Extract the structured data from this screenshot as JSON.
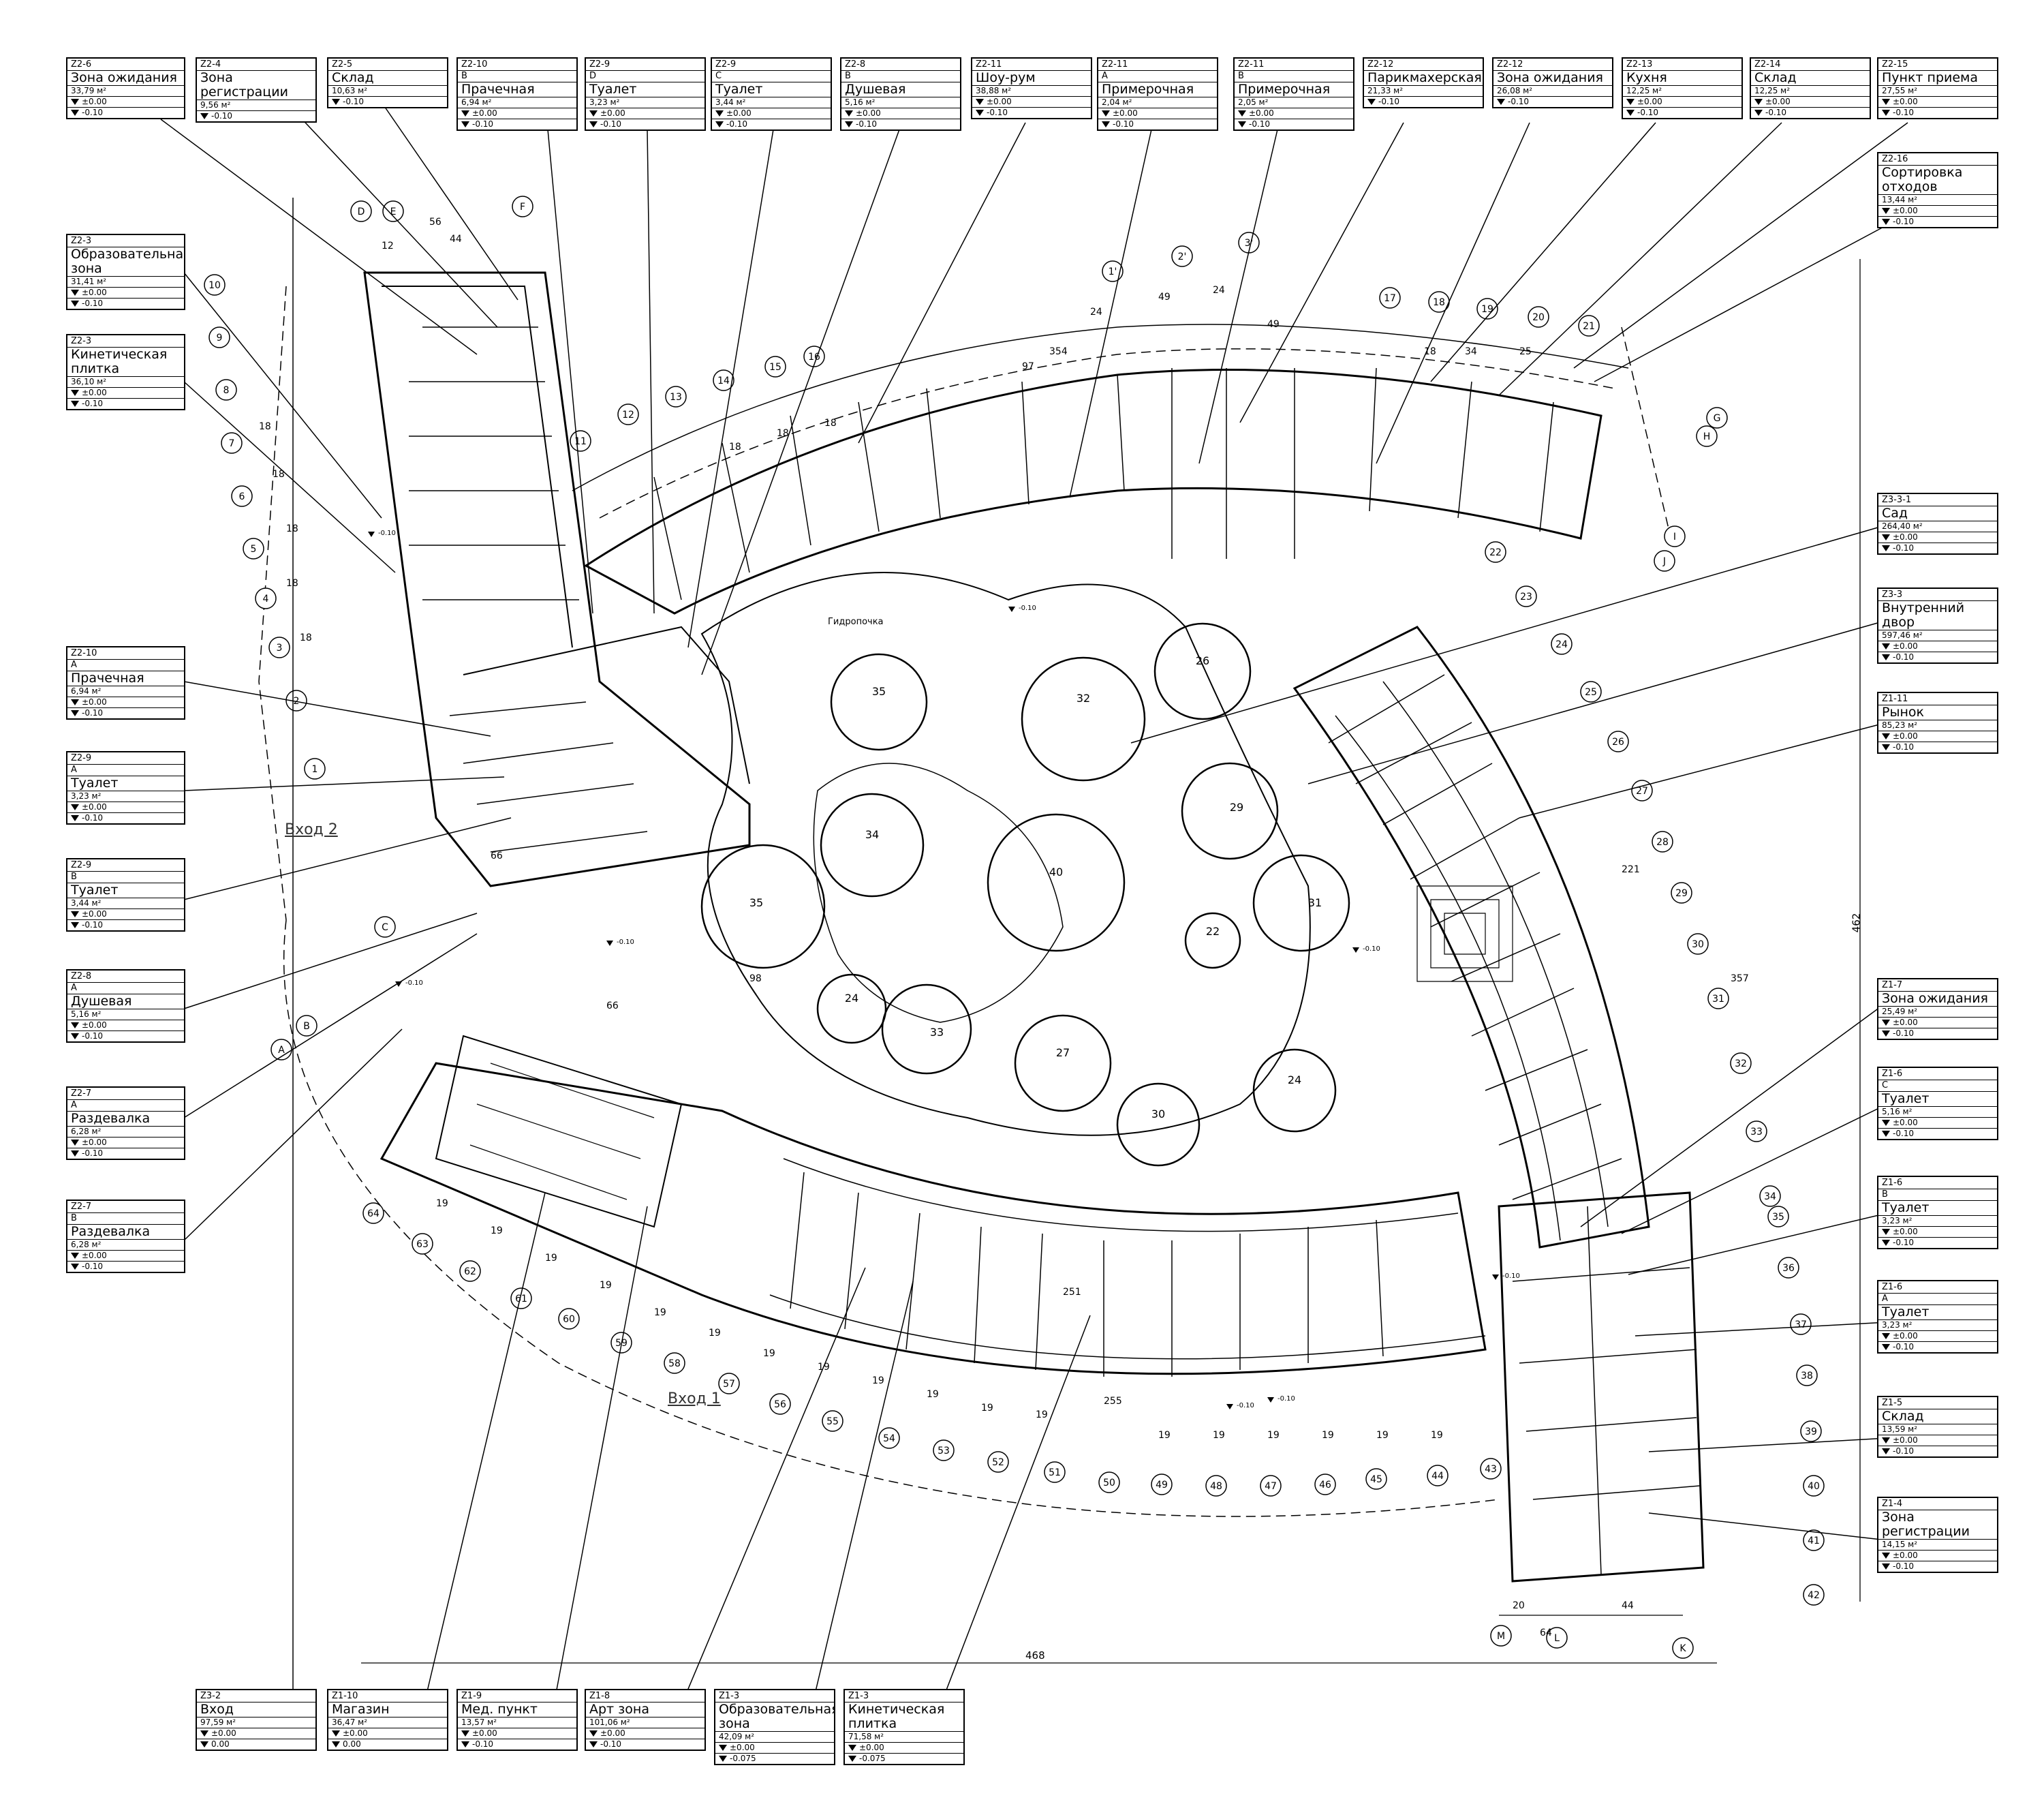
{
  "plan": {
    "entries": {
      "entry1": "Вход 1",
      "entry2": "Вход 2"
    },
    "hydro_label": "Гидропочка",
    "overall_width": "468",
    "overall_height": "462"
  },
  "room_tags": [
    {
      "code": "Z2-6",
      "name": "Зона ожидания",
      "area": "33,79 м²",
      "levels": [
        "±0.00",
        "-0.10"
      ]
    },
    {
      "code": "Z2-4",
      "name": "Зона регистрации",
      "area": "9,56 м²",
      "levels": [
        "-0.10"
      ]
    },
    {
      "code": "Z2-5",
      "name": "Склад",
      "area": "10,63 м²",
      "levels": [
        "-0.10"
      ]
    },
    {
      "code": "Z2-10",
      "sub": "B",
      "name": "Прачечная",
      "area": "6,94 м²",
      "levels": [
        "±0.00",
        "-0.10"
      ]
    },
    {
      "code": "Z2-9",
      "sub": "D",
      "name": "Туалет",
      "area": "3,23 м²",
      "levels": [
        "±0.00",
        "-0.10"
      ]
    },
    {
      "code": "Z2-9",
      "sub": "C",
      "name": "Туалет",
      "area": "3,44 м²",
      "levels": [
        "±0.00",
        "-0.10"
      ]
    },
    {
      "code": "Z2-8",
      "sub": "B",
      "name": "Душевая",
      "area": "5,16 м²",
      "levels": [
        "±0.00",
        "-0.10"
      ]
    },
    {
      "code": "Z2-11",
      "name": "Шоу-рум",
      "area": "38,88 м²",
      "levels": [
        "±0.00",
        "-0.10"
      ]
    },
    {
      "code": "Z2-11",
      "sub": "A",
      "name": "Примерочная",
      "area": "2,04 м²",
      "levels": [
        "±0.00",
        "-0.10"
      ]
    },
    {
      "code": "Z2-11",
      "sub": "B",
      "name": "Примерочная",
      "area": "2,05 м²",
      "levels": [
        "±0.00",
        "-0.10"
      ]
    },
    {
      "code": "Z2-12",
      "name": "Парикмахерская",
      "area": "21,33 м²",
      "levels": [
        "-0.10"
      ]
    },
    {
      "code": "Z2-12",
      "name": "Зона ожидания",
      "area": "26,08 м²",
      "levels": [
        "-0.10"
      ]
    },
    {
      "code": "Z2-13",
      "name": "Кухня",
      "area": "12,25 м²",
      "levels": [
        "±0.00",
        "-0.10"
      ]
    },
    {
      "code": "Z2-14",
      "name": "Склад",
      "area": "12,25 м²",
      "levels": [
        "±0.00",
        "-0.10"
      ]
    },
    {
      "code": "Z2-15",
      "name": "Пункт приема",
      "area": "27,55 м²",
      "levels": [
        "±0.00",
        "-0.10"
      ]
    },
    {
      "code": "Z2-16",
      "name": "Сортировка отходов",
      "area": "13,44 м²",
      "levels": [
        "±0.00",
        "-0.10"
      ]
    },
    {
      "code": "Z2-3",
      "name": "Образовательная зона",
      "area": "31,41 м²",
      "levels": [
        "±0.00",
        "-0.10"
      ]
    },
    {
      "code": "Z2-3",
      "name": "Кинетическая плитка",
      "area": "36,10 м²",
      "levels": [
        "±0.00",
        "-0.10"
      ]
    },
    {
      "code": "Z3-3-1",
      "name": "Сад",
      "area": "264,40 м²",
      "levels": [
        "±0.00",
        "-0.10"
      ]
    },
    {
      "code": "Z3-3",
      "name": "Внутренний двор",
      "area": "597,46 м²",
      "levels": [
        "±0.00",
        "-0.10"
      ]
    },
    {
      "code": "Z1-11",
      "name": "Рынок",
      "area": "85,23 м²",
      "levels": [
        "±0.00",
        "-0.10"
      ]
    },
    {
      "code": "Z2-10",
      "sub": "A",
      "name": "Прачечная",
      "area": "6,94 м²",
      "levels": [
        "±0.00",
        "-0.10"
      ]
    },
    {
      "code": "Z2-9",
      "sub": "A",
      "name": "Туалет",
      "area": "3,23 м²",
      "levels": [
        "±0.00",
        "-0.10"
      ]
    },
    {
      "code": "Z2-9",
      "sub": "B",
      "name": "Туалет",
      "area": "3,44 м²",
      "levels": [
        "±0.00",
        "-0.10"
      ]
    },
    {
      "code": "Z2-8",
      "sub": "A",
      "name": "Душевая",
      "area": "5,16 м²",
      "levels": [
        "±0.00",
        "-0.10"
      ]
    },
    {
      "code": "Z2-7",
      "sub": "A",
      "name": "Раздевалка",
      "area": "6,28 м²",
      "levels": [
        "±0.00",
        "-0.10"
      ]
    },
    {
      "code": "Z2-7",
      "sub": "B",
      "name": "Раздевалка",
      "area": "6,28 м²",
      "levels": [
        "±0.00",
        "-0.10"
      ]
    },
    {
      "code": "Z1-7",
      "name": "Зона ожидания",
      "area": "25,49 м²",
      "levels": [
        "±0.00",
        "-0.10"
      ]
    },
    {
      "code": "Z1-6",
      "sub": "C",
      "name": "Туалет",
      "area": "5,16 м²",
      "levels": [
        "±0.00",
        "-0.10"
      ]
    },
    {
      "code": "Z1-6",
      "sub": "B",
      "name": "Туалет",
      "area": "3,23 м²",
      "levels": [
        "±0.00",
        "-0.10"
      ]
    },
    {
      "code": "Z1-6",
      "sub": "A",
      "name": "Туалет",
      "area": "3,23 м²",
      "levels": [
        "±0.00",
        "-0.10"
      ]
    },
    {
      "code": "Z1-5",
      "name": "Склад",
      "area": "13,59 м²",
      "levels": [
        "±0.00",
        "-0.10"
      ]
    },
    {
      "code": "Z1-4",
      "name": "Зона регистрации",
      "area": "14,15 м²",
      "levels": [
        "±0.00",
        "-0.10"
      ]
    },
    {
      "code": "Z3-2",
      "name": "Вход",
      "area": "97,59 м²",
      "levels": [
        "±0.00",
        "0.00"
      ]
    },
    {
      "code": "Z1-10",
      "name": "Магазин",
      "area": "36,47 м²",
      "levels": [
        "±0.00",
        "0.00"
      ]
    },
    {
      "code": "Z1-9",
      "name": "Мед. пункт",
      "area": "13,57 м²",
      "levels": [
        "±0.00",
        "-0.10"
      ]
    },
    {
      "code": "Z1-8",
      "name": "Арт зона",
      "area": "101,06 м²",
      "levels": [
        "±0.00",
        "-0.10"
      ]
    },
    {
      "code": "Z1-3",
      "name": "Образовательная зона",
      "area": "42,09 м²",
      "levels": [
        "±0.00",
        "-0.075"
      ]
    },
    {
      "code": "Z1-3",
      "name": "Кинетическая плитка",
      "area": "71,58 м²",
      "levels": [
        "±0.00",
        "-0.075"
      ]
    }
  ],
  "axis_labels": [
    "1",
    "2",
    "3",
    "4",
    "5",
    "6",
    "7",
    "8",
    "9",
    "10",
    "11",
    "12",
    "13",
    "14",
    "15",
    "16",
    "17",
    "18",
    "19",
    "20",
    "21",
    "22",
    "23",
    "24",
    "25",
    "26",
    "27",
    "28",
    "29",
    "30",
    "31",
    "32",
    "33",
    "34",
    "35",
    "36",
    "37",
    "38",
    "39",
    "40",
    "41",
    "42",
    "43",
    "44",
    "45",
    "46",
    "47",
    "48",
    "49",
    "50",
    "51",
    "52",
    "53",
    "54",
    "55",
    "56",
    "57",
    "58",
    "59",
    "60",
    "61",
    "62",
    "63",
    "64",
    "A",
    "B",
    "C",
    "D",
    "E",
    "F",
    "G",
    "H",
    "I",
    "J",
    "K",
    "L",
    "M",
    "1'",
    "2'",
    "3'"
  ],
  "planter_diameters": [
    "35",
    "32",
    "26",
    "34",
    "35",
    "40",
    "29",
    "31",
    "22",
    "24",
    "33",
    "27",
    "30",
    "24"
  ]
}
